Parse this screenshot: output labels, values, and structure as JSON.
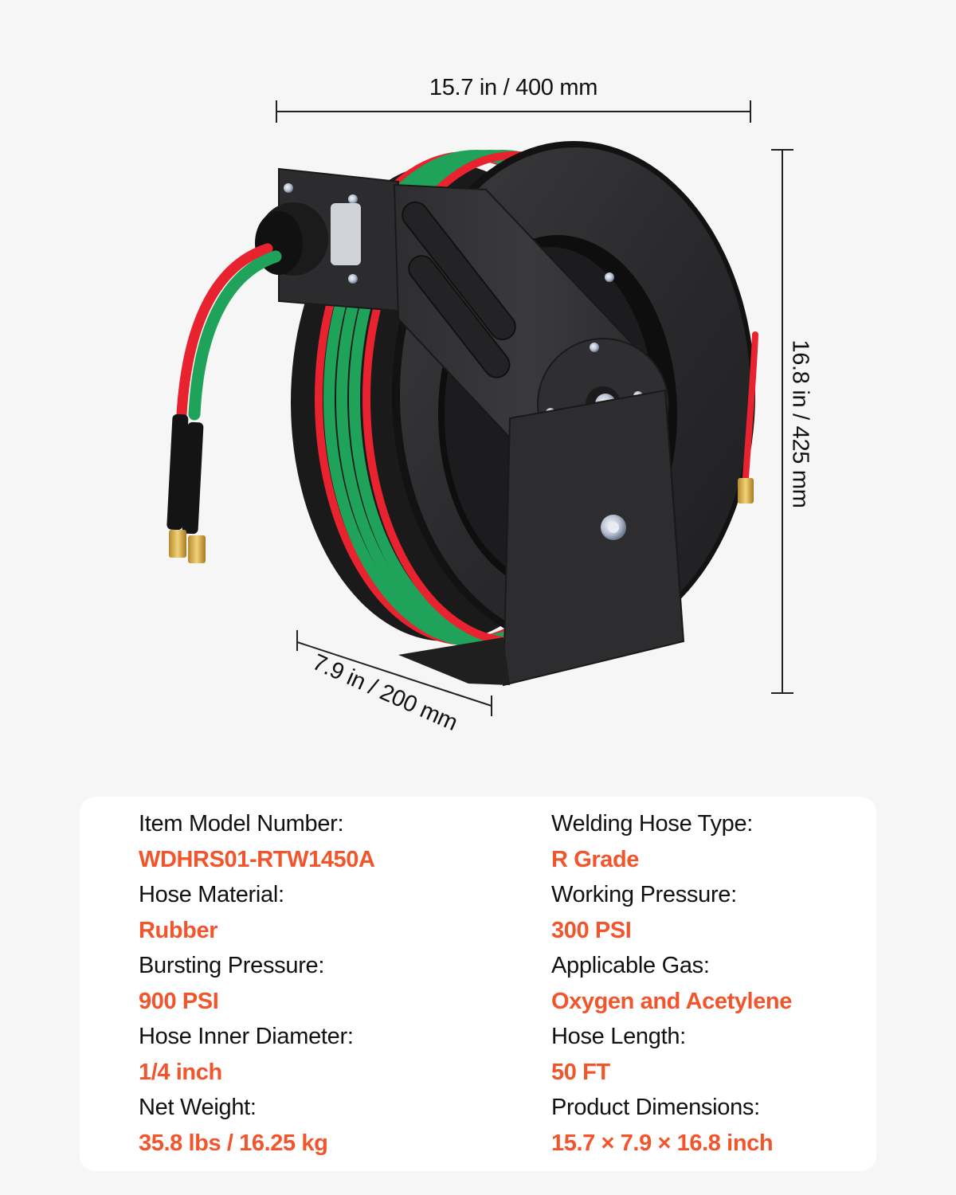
{
  "dimensions": {
    "width_label": "15.7 in / 400 mm",
    "height_label": "16.8 in / 425 mm",
    "depth_label": "7.9 in / 200 mm"
  },
  "product": {
    "name": "welding hose reel",
    "hose_colors": {
      "oxygen": "#1fa35a",
      "acetylene": "#e8232f"
    },
    "body_color": "#2b2b2d"
  },
  "colors": {
    "accent": "#f2552c",
    "label": "#111111",
    "background": "#f6f6f6",
    "card": "#ffffff"
  },
  "specs": {
    "left": [
      {
        "label": "Item Model Number:",
        "value": "WDHRS01-RTW1450A"
      },
      {
        "label": "Hose Material:",
        "value": "Rubber"
      },
      {
        "label": "Bursting Pressure:",
        "value": "900 PSI"
      },
      {
        "label": "Hose Inner Diameter:",
        "value": "1/4 inch"
      },
      {
        "label": "Net Weight:",
        "value": "35.8 lbs / 16.25 kg"
      }
    ],
    "right": [
      {
        "label": "Welding Hose Type:",
        "value": "R Grade"
      },
      {
        "label": "Working Pressure:",
        "value": "300 PSI"
      },
      {
        "label": "Applicable Gas:",
        "value": "Oxygen and Acetylene"
      },
      {
        "label": "Hose Length:",
        "value": "50 FT"
      },
      {
        "label": "Product Dimensions:",
        "value": "15.7 × 7.9 × 16.8 inch"
      }
    ]
  }
}
